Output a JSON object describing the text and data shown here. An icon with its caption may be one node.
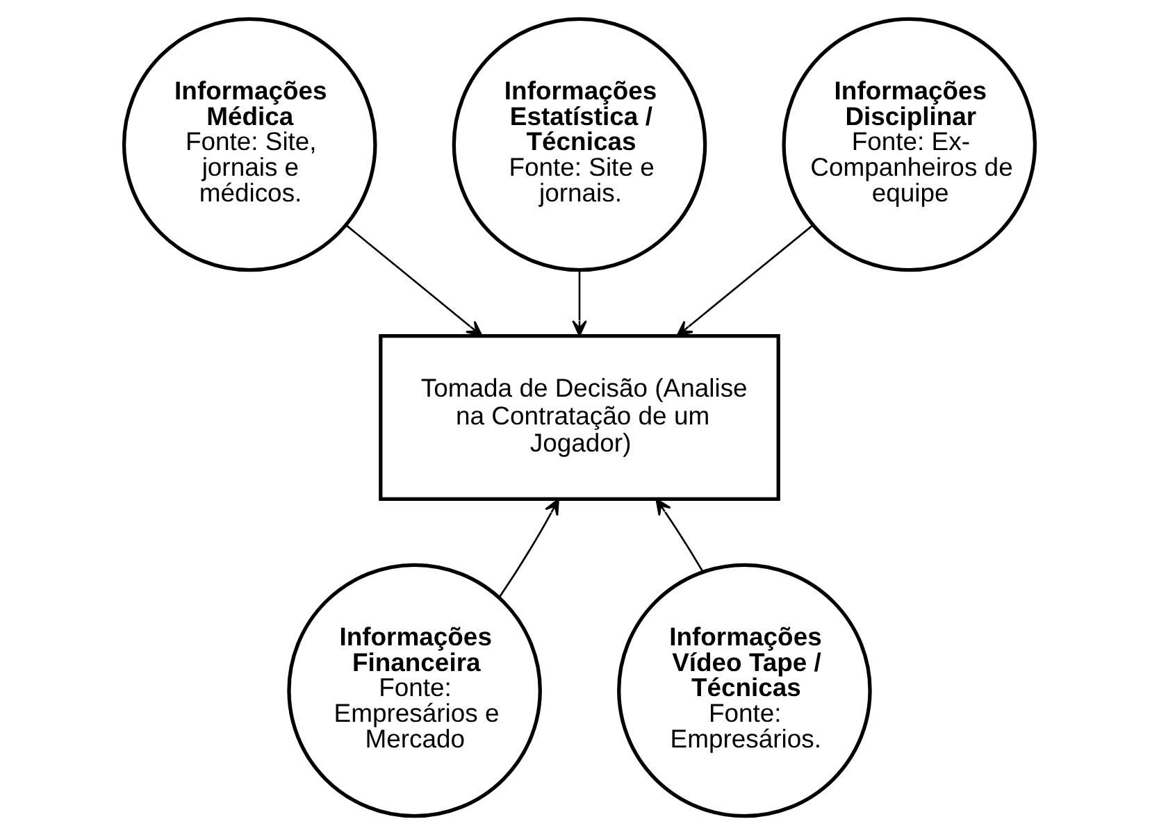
{
  "diagram": {
    "nodes": [
      {
        "text": [
          "Informações Médica",
          "Fonte: Site, jornais e médicos."
        ]
      },
      {
        "text": [
          "Informações Estatística / Técnicas",
          "Fonte: Site e jornais."
        ]
      },
      {
        "text": [
          "Informações Disciplinar",
          "Fonte: Ex-Companheiros de equipe"
        ]
      },
      {
        "text": [
          "Tomada de Decisão (Analise na Contratação de um Jogador)"
        ]
      },
      {
        "text": [
          "Informações Financeira",
          "Fonte: Empresários e Mercado"
        ]
      },
      {
        "text": [
          "Informações Vídeo Tape / Técnicas",
          "Fonte: Empresários."
        ]
      }
    ],
    "edges": [
      {
        "from": 0,
        "to": 3,
        "arrow": "to"
      },
      {
        "from": 1,
        "to": 3,
        "arrow": "to"
      },
      {
        "from": 2,
        "to": 3,
        "arrow": "to"
      },
      {
        "from": 4,
        "to": 3,
        "arrow": "to"
      },
      {
        "from": 5,
        "to": 3,
        "arrow": "to"
      }
    ]
  }
}
